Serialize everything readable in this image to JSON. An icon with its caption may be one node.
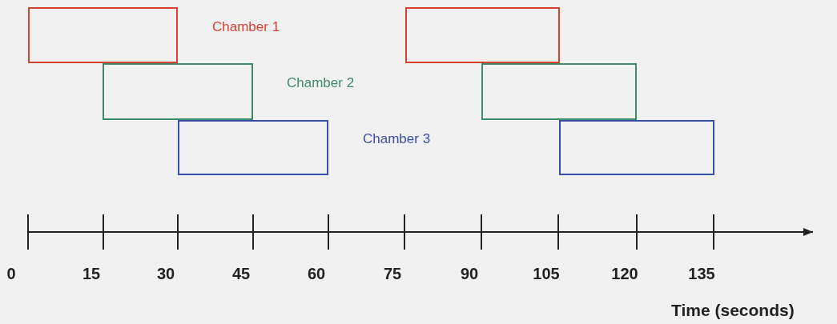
{
  "diagram": {
    "nodes": [
      {
        "text": [],
        "shape": "box",
        "beside": [
          "Chamber 1"
        ]
      },
      {
        "text": [],
        "shape": "box"
      },
      {
        "text": [],
        "shape": "box",
        "beside": [
          "Chamber 2"
        ]
      },
      {
        "text": [],
        "shape": "box"
      },
      {
        "text": [],
        "shape": "box",
        "beside": [
          "Chamber 3"
        ]
      },
      {
        "text": [],
        "shape": "box"
      }
    ],
    "edges": [],
    "labels": [
      "0",
      "15",
      "30",
      "45",
      "60",
      "75",
      "90",
      "105",
      "120",
      "135",
      "Time (seconds)"
    ]
  }
}
